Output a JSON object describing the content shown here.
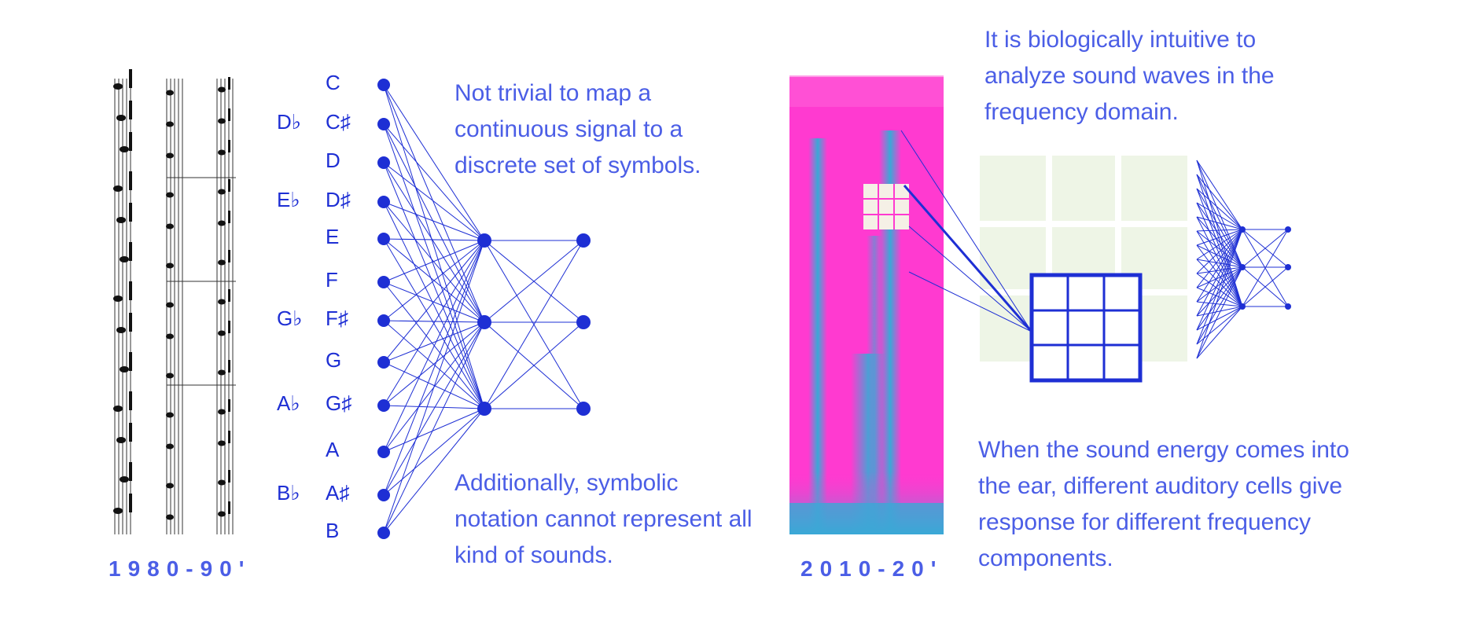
{
  "left": {
    "era_label": "1980-90'",
    "notes": [
      {
        "name": "C",
        "alt": ""
      },
      {
        "name": "C♯",
        "alt": "D♭"
      },
      {
        "name": "D",
        "alt": ""
      },
      {
        "name": "D♯",
        "alt": "E♭"
      },
      {
        "name": "E",
        "alt": ""
      },
      {
        "name": "F",
        "alt": ""
      },
      {
        "name": "F♯",
        "alt": "G♭"
      },
      {
        "name": "G",
        "alt": ""
      },
      {
        "name": "G♯",
        "alt": "A♭"
      },
      {
        "name": "A",
        "alt": ""
      },
      {
        "name": "A♯",
        "alt": "B♭"
      },
      {
        "name": "B",
        "alt": ""
      }
    ],
    "caption_top": "Not trivial to map a continuous signal to a discrete set of symbols.",
    "caption_bottom": "Additionally, symbolic notation cannot represent all kind of sounds."
  },
  "right": {
    "era_label": "2010-20'",
    "caption_top": "It is biologically intuitive to analyze sound waves in the frequency domain.",
    "caption_bottom": "When the sound energy comes into the ear, different auditory cells give response for different frequency components."
  },
  "colors": {
    "accent": "#1e2fd4",
    "text": "#4b5ee6",
    "spectrogram_bg": "#ff3ad0",
    "spectrogram_signal": "#3aa9d6",
    "grid_bg": "#eef5e6"
  }
}
